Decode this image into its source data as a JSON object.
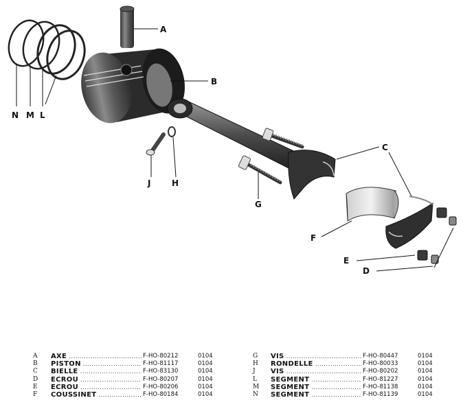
{
  "callouts": {
    "A": "A",
    "B": "B",
    "C": "C",
    "D": "D",
    "E": "E",
    "F": "F",
    "G": "G",
    "H": "H",
    "J": "J",
    "L": "L",
    "M": "M",
    "N": "N"
  },
  "legend": {
    "left": [
      {
        "letter": "A",
        "name": "AXE",
        "part": "F-HO-80212",
        "qty": "0104"
      },
      {
        "letter": "B",
        "name": "PISTON",
        "part": "F-HO-81117",
        "qty": "0104"
      },
      {
        "letter": "C",
        "name": "BIELLE",
        "part": "F-HO-83130",
        "qty": "0104"
      },
      {
        "letter": "D",
        "name": "ÉCROU",
        "part": "F-HO-80207",
        "qty": "0104"
      },
      {
        "letter": "E",
        "name": "ÉCROU",
        "part": "F-HO-80206",
        "qty": "0104"
      },
      {
        "letter": "F",
        "name": "COUSSINET",
        "part": "F-HO-80184",
        "qty": "0104"
      }
    ],
    "right": [
      {
        "letter": "G",
        "name": "VIS",
        "part": "F-HO-80447",
        "qty": "0104"
      },
      {
        "letter": "H",
        "name": "RONDELLE",
        "part": "F-HO-80033",
        "qty": "0104"
      },
      {
        "letter": "J",
        "name": "VIS",
        "part": "F-HO-80202",
        "qty": "0104"
      },
      {
        "letter": "L",
        "name": "SEGMENT",
        "part": "F-HO-81227",
        "qty": "0104"
      },
      {
        "letter": "M",
        "name": "SEGMENT",
        "part": "F-HO-81138",
        "qty": "0104"
      },
      {
        "letter": "N",
        "name": "SEGMENT",
        "part": "F-HO-81139",
        "qty": "0104"
      }
    ]
  }
}
